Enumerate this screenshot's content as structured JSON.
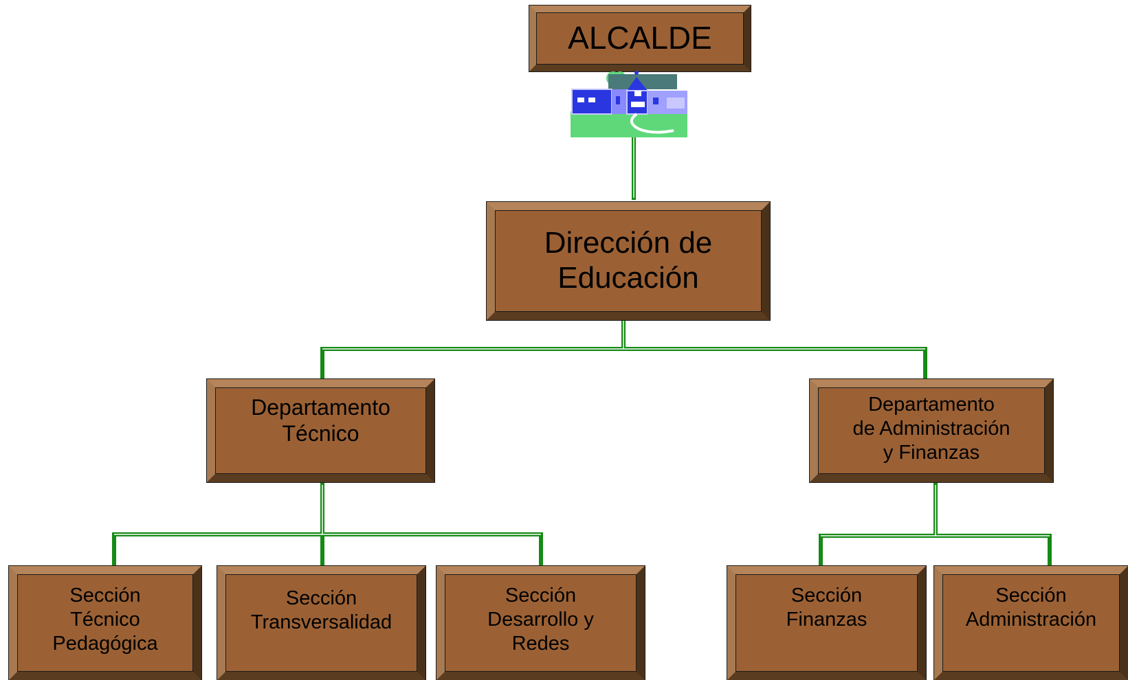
{
  "title": "ALCALDE",
  "colors": {
    "box_fill": "#9b6135",
    "connector": "#168a16",
    "text": "#000000"
  },
  "icon": "school-house-icon",
  "direction": {
    "label": "Dirección de\nEducación"
  },
  "departments": [
    {
      "label": "Departamento\nTécnico",
      "sections": [
        {
          "label": "Sección\nTécnico\nPedagógica"
        },
        {
          "label": "Sección\nTransversalidad"
        },
        {
          "label": "Sección\nDesarrollo y\nRedes"
        }
      ]
    },
    {
      "label": "Departamento\nde Administración\ny Finanzas",
      "sections": [
        {
          "label": "Sección\nFinanzas"
        },
        {
          "label": "Sección\nAdministración"
        }
      ]
    }
  ]
}
